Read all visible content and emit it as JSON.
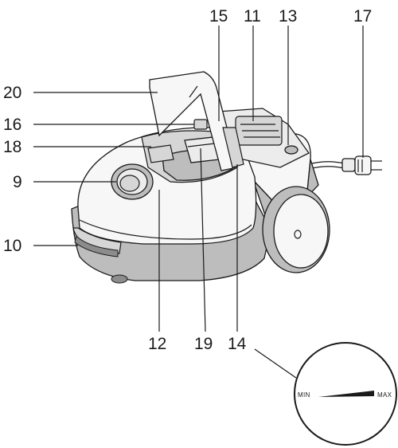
{
  "diagram": {
    "callouts": [
      {
        "id": "c15",
        "label": "15"
      },
      {
        "id": "c11",
        "label": "11"
      },
      {
        "id": "c13",
        "label": "13"
      },
      {
        "id": "c17",
        "label": "17"
      },
      {
        "id": "c20",
        "label": "20"
      },
      {
        "id": "c16",
        "label": "16"
      },
      {
        "id": "c18",
        "label": "18"
      },
      {
        "id": "c9",
        "label": "9"
      },
      {
        "id": "c10",
        "label": "10"
      },
      {
        "id": "c12",
        "label": "12"
      },
      {
        "id": "c19",
        "label": "19"
      },
      {
        "id": "c14",
        "label": "14"
      }
    ],
    "gauge": {
      "min_label": "MIN",
      "max_label": "MAX"
    }
  }
}
